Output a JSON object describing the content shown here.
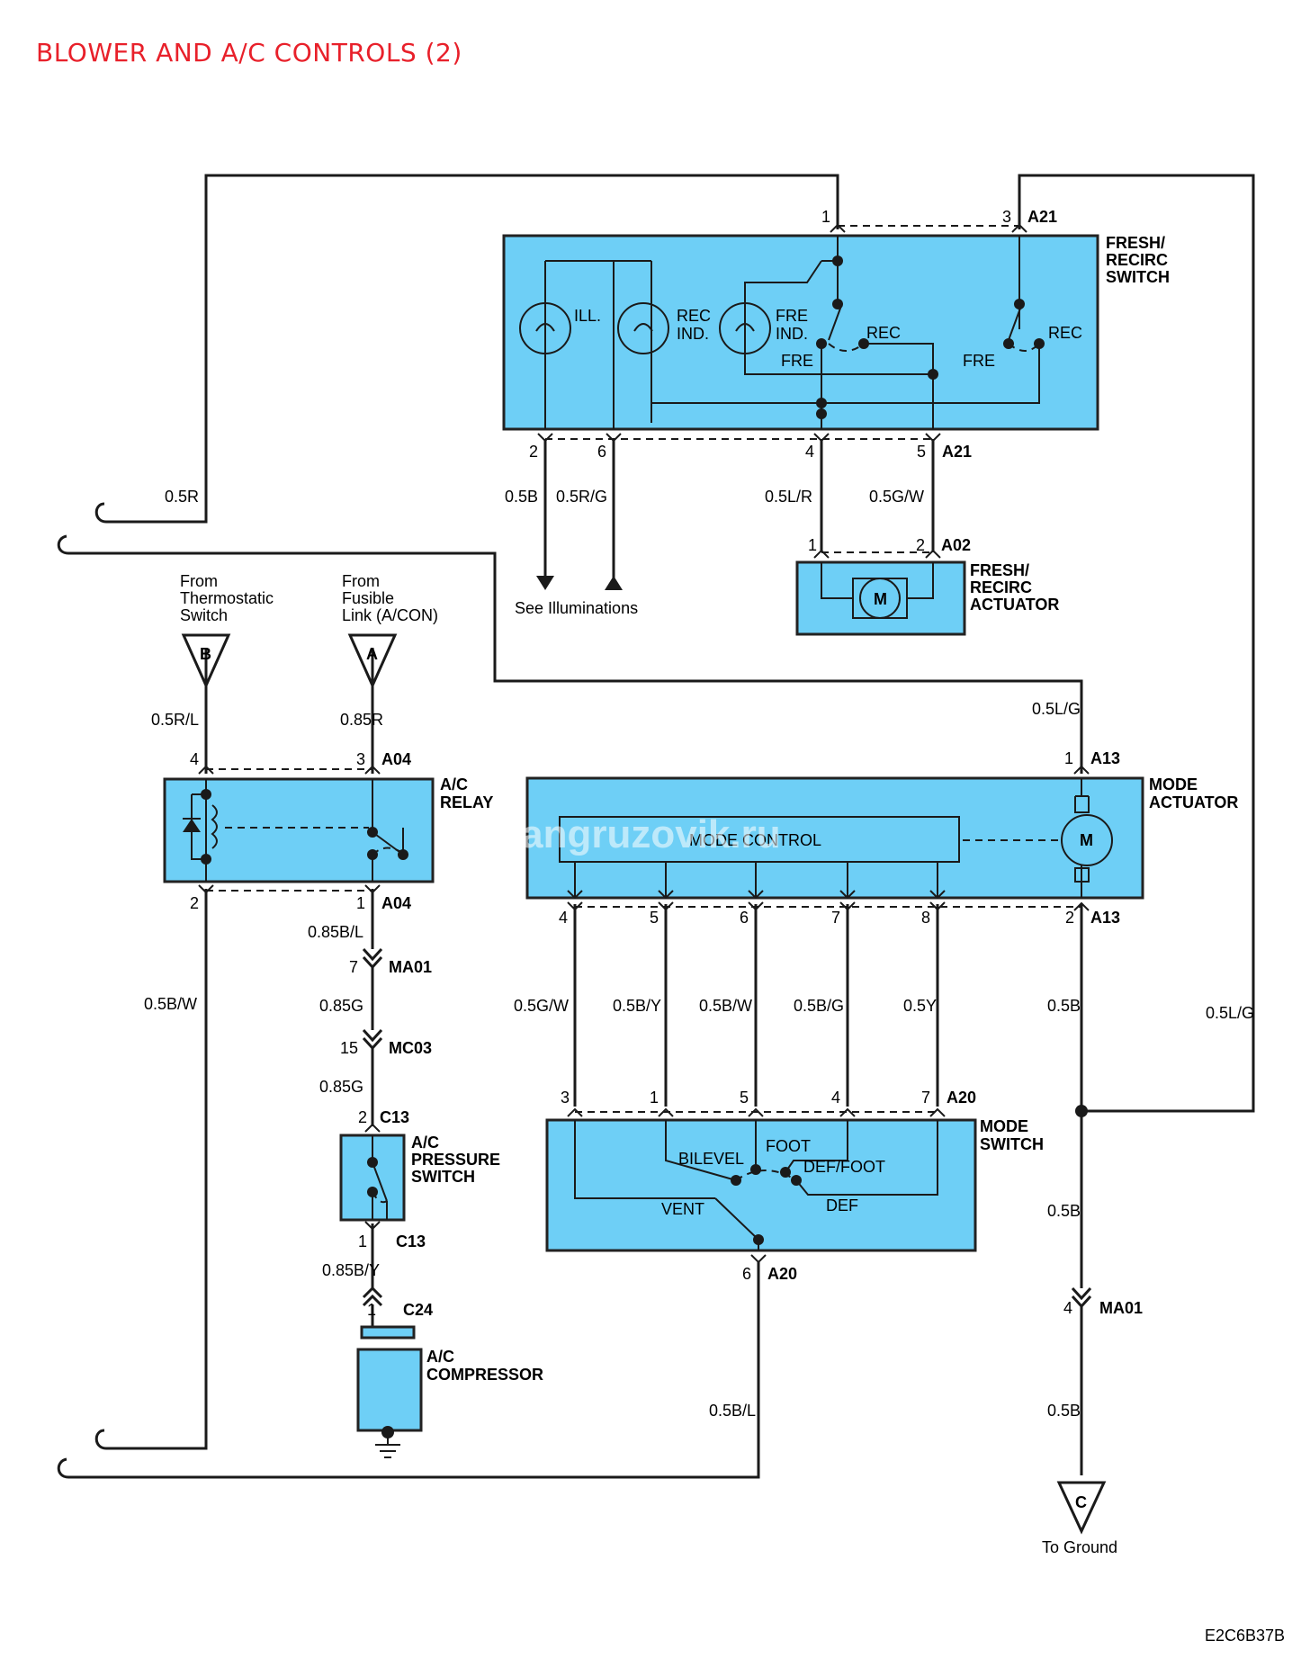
{
  "title": "BLOWER AND A/C CONTROLS (2)",
  "figure_code": "E2C6B37B",
  "watermark": "mangruzovik.ru",
  "components": {
    "fresh_recirc_switch": {
      "label": [
        "FRESH/",
        "RECIRC",
        "SWITCH"
      ],
      "connector": "A21",
      "inner": {
        "ill": "ILL.",
        "rec_ind": [
          "REC",
          "IND."
        ],
        "fre_ind": [
          "FRE",
          "IND."
        ],
        "rec_1": "REC",
        "rec_2": "REC",
        "fre_1": "FRE",
        "fre_2": "FRE"
      },
      "pins_top": [
        "1",
        "3"
      ],
      "pins_bottom": [
        "2",
        "6",
        "4",
        "5"
      ]
    },
    "fresh_recirc_actuator": {
      "label": [
        "FRESH/",
        "RECIRC",
        "ACTUATOR"
      ],
      "connector": "A02",
      "motor": "M",
      "pins": [
        "1",
        "2"
      ]
    },
    "ac_relay": {
      "label": [
        "A/C",
        "RELAY"
      ],
      "connector_top": "A04",
      "connector_bottom": "A04",
      "pins_top": [
        "4",
        "3"
      ],
      "pins_bottom": [
        "2",
        "1"
      ]
    },
    "mode_actuator": {
      "label": [
        "MODE",
        "ACTUATOR"
      ],
      "connector": "A13",
      "inner": "MODE CONTROL",
      "motor": "M",
      "pins_top": [
        "1"
      ],
      "pins_bottom": [
        "4",
        "5",
        "6",
        "7",
        "8",
        "2"
      ]
    },
    "mode_switch": {
      "label": [
        "MODE",
        "SWITCH"
      ],
      "connector_top": "A20",
      "connector_bottom": "A20",
      "inner": {
        "bilevel": "BILEVEL",
        "foot": "FOOT",
        "def_foot": "DEF/FOOT",
        "vent": "VENT",
        "def": "DEF"
      },
      "pins_top": [
        "3",
        "1",
        "5",
        "4",
        "7"
      ],
      "pins_bottom": [
        "6"
      ]
    },
    "ac_pressure_switch": {
      "label": [
        "A/C",
        "PRESSURE",
        "SWITCH"
      ],
      "connector_top": "C13",
      "connector_bottom": "C13",
      "pins": [
        "2",
        "1"
      ]
    },
    "ac_compressor": {
      "label": [
        "A/C",
        "COMPRESSOR"
      ],
      "connector": "C24",
      "pin": "1"
    }
  },
  "connectors": {
    "ma01_upper": {
      "name": "MA01",
      "pin": "7"
    },
    "mc03": {
      "name": "MC03",
      "pin": "15"
    },
    "ma01_lower": {
      "name": "MA01",
      "pin": "4"
    }
  },
  "sources": {
    "b": {
      "letter": "B",
      "caption": [
        "From",
        "Thermostatic",
        "Switch"
      ]
    },
    "a": {
      "letter": "A",
      "caption": [
        "From",
        "Fusible",
        "Link (A/CON)"
      ]
    },
    "c": {
      "letter": "C",
      "caption": [
        "To Ground"
      ]
    }
  },
  "see_illuminations": "See Illuminations",
  "wires": {
    "top_left_05r": "0.5R",
    "sw_pin2": "0.5B",
    "sw_pin6": "0.5R/G",
    "sw_pin4": "0.5L/R",
    "sw_pin5": "0.5G/W",
    "mode_pin1": "0.5L/G",
    "right_vertical": "0.5L/G",
    "relay_pin4": "0.5R/L",
    "relay_pin3": "0.85R",
    "relay_pin2": "0.5B/W",
    "relay_pin1": "0.85B/L",
    "ma01_to_mc03": "0.85G",
    "mc03_to_c13": "0.85G",
    "c13_to_c24": "0.85B/Y",
    "mode_w4": "0.5G/W",
    "mode_w5": "0.5B/Y",
    "mode_w6": "0.5B/W",
    "mode_w7": "0.5B/G",
    "mode_w8": "0.5Y",
    "mode_w2": "0.5B",
    "ground_1": "0.5B",
    "ground_2": "0.5B",
    "mode_sw_pin6": "0.5B/L"
  }
}
